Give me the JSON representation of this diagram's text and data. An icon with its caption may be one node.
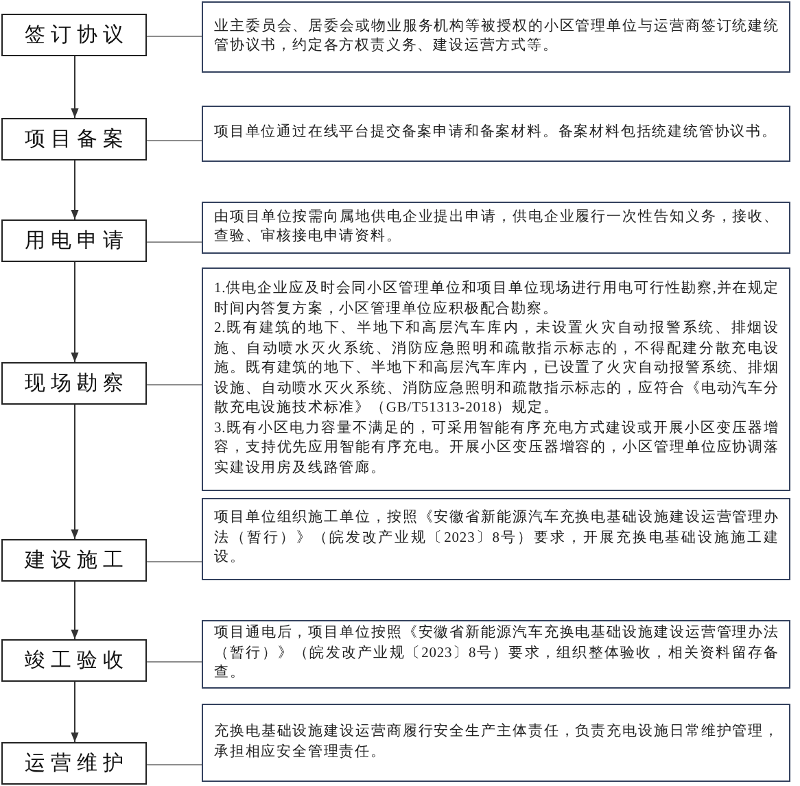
{
  "diagram": {
    "nodes": [
      {
        "text": [
          "签订协议"
        ]
      },
      {
        "text": [
          "业主委员会、居委会或物业服务机构等被授权的小区管理单位与运营商签订统建统管协议书，约定各方权责义务、建设运营方式等。"
        ]
      },
      {
        "text": [
          "项目备案"
        ]
      },
      {
        "text": [
          "项目单位通过在线平台提交备案申请和备案材料。备案材料包括统建统管协议书。"
        ]
      },
      {
        "text": [
          "用电申请"
        ]
      },
      {
        "text": [
          "由项目单位按需向属地供电企业提出申请，供电企业履行一次性告知义务，接收、查验、审核接电申请资料。"
        ]
      },
      {
        "text": [
          "现场勘察"
        ]
      },
      {
        "text": [
          "1.供电企业应及时会同小区管理单位和项目单位现场进行用电可行性勘察,并在规定时间内答复方案，小区管理单位应积极配合勘察。",
          "2.既有建筑的地下、半地下和高层汽车库内，未设置火灾自动报警系统、排烟设施、自动喷水灭火系统、消防应急照明和疏散指示标志的，不得配建分散充电设施。既有建筑的地下、半地下和高层汽车库内，已设置了火灾自动报警系统、排烟设施、自动喷水灭火系统、消防应急照明和疏散指示标志的，应符合《电动汽车分散充电设施技术标准》（GB/T51313-2018）规定。",
          "3.既有小区电力容量不满足的，可采用智能有序充电方式建设或开展小区变压器增容，支持优先应用智能有序充电。开展小区变压器增容的，小区管理单位应协调落实建设用房及线路管廊。"
        ]
      },
      {
        "text": [
          "建设施工"
        ]
      },
      {
        "text": [
          "项目单位组织施工单位，按照《安徽省新能源汽车充换电基础设施建设运营管理办法（暂行）》（皖发改产业规〔2023〕8号）要求，开展充换电基础设施施工建设。"
        ]
      },
      {
        "text": [
          "竣工验收"
        ]
      },
      {
        "text": [
          "项目通电后，项目单位按照《安徽省新能源汽车充换电基础设施建设运营管理办法（暂行）》（皖发改产业规〔2023〕8号）要求，组织整体验收，相关资料留存备查。"
        ]
      },
      {
        "text": [
          "运营维护"
        ]
      },
      {
        "text": [
          "充换电基础设施建设运营商履行安全生产主体责任，负责充电设施日常维护管理，承担相应安全管理责任。"
        ]
      }
    ],
    "edges": [
      {
        "from": 0,
        "to": 2,
        "arrow": "to"
      },
      {
        "from": 2,
        "to": 4,
        "arrow": "to"
      },
      {
        "from": 4,
        "to": 6,
        "arrow": "to"
      },
      {
        "from": 6,
        "to": 8,
        "arrow": "to"
      },
      {
        "from": 8,
        "to": 10,
        "arrow": "to"
      },
      {
        "from": 10,
        "to": 12,
        "arrow": "to"
      },
      {
        "from": 0,
        "to": 1,
        "arrow": "none",
        "color": "#8c8c8c"
      },
      {
        "from": 2,
        "to": 3,
        "arrow": "none",
        "color": "#8c8c8c"
      },
      {
        "from": 4,
        "to": 5,
        "arrow": "none",
        "color": "#8c8c8c"
      },
      {
        "from": 6,
        "to": 7,
        "arrow": "none",
        "color": "#8c8c8c"
      },
      {
        "from": 8,
        "to": 9,
        "arrow": "none",
        "color": "#8c8c8c"
      },
      {
        "from": 10,
        "to": 11,
        "arrow": "none",
        "color": "#8c8c8c"
      },
      {
        "from": 12,
        "to": 13,
        "arrow": "none",
        "color": "#8c8c8c"
      }
    ]
  }
}
